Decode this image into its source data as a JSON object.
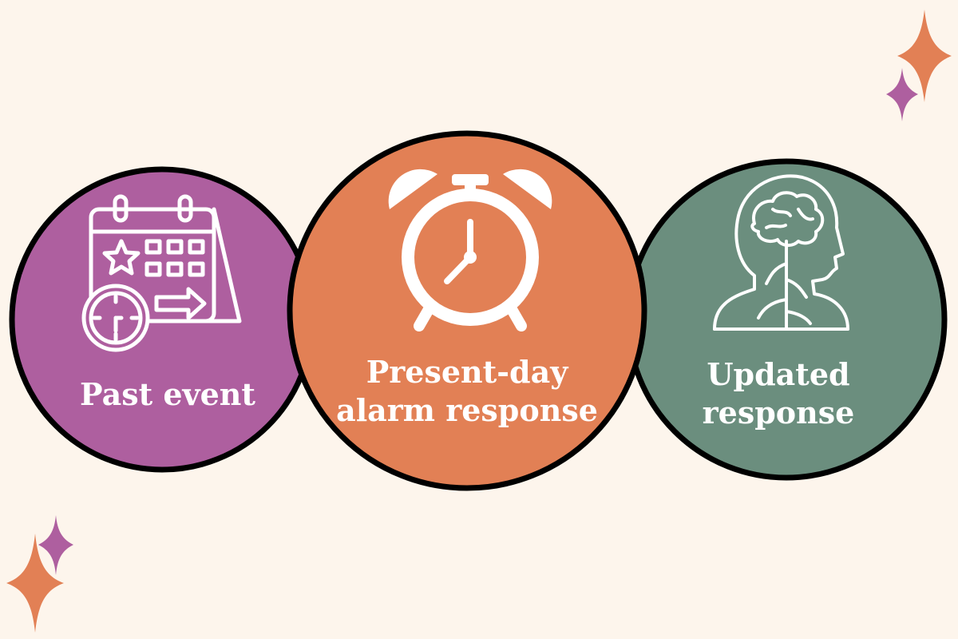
{
  "background_color": "#FDF5EC",
  "colors": {
    "purple": "#AE5F9F",
    "orange": "#E28055",
    "green": "#6B8E7E",
    "outline": "#000000",
    "icon_stroke": "#FFFFFF",
    "sparkle_orange": "#E28055",
    "sparkle_purple": "#AE5F9F"
  },
  "steps": [
    {
      "label": "Past event",
      "icon": "calendar-clock-icon",
      "color": "#AE5F9F"
    },
    {
      "label": "Present-day\nalarm response",
      "icon": "alarm-clock-icon",
      "color": "#E28055"
    },
    {
      "label": "Updated\nresponse",
      "icon": "brain-head-icon",
      "color": "#6B8E7E"
    }
  ],
  "decorations": [
    "sparkle-icon",
    "sparkle-icon"
  ]
}
